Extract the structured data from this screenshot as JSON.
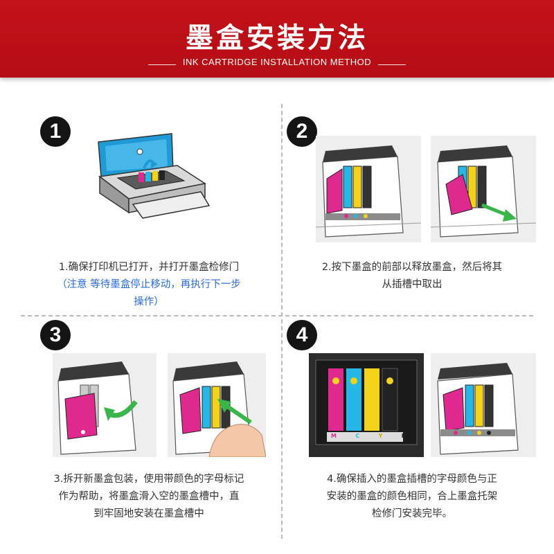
{
  "banner": {
    "title": "墨盒安装方法",
    "subtitle": "INK CARTRIDGE INSTALLATION METHOD"
  },
  "steps": [
    {
      "number": "1",
      "lines": [
        "1.确保打印机已打开，并打开墨盒检修门"
      ],
      "note_lines": [
        "（注意 等待墨盒停止移动，再执行下一步",
        "操作）"
      ]
    },
    {
      "number": "2",
      "lines": [
        "2.按下墨盒的前部以释放墨盒，然后将其",
        "从插槽中取出"
      ]
    },
    {
      "number": "3",
      "lines": [
        "3.拆开新墨盒包装，使用带颜色的字母标记",
        "作为帮助，将墨盒滑入空的墨盒槽中，直",
        "到牢固地安装在墨盒槽中"
      ]
    },
    {
      "number": "4",
      "lines": [
        "4.确保插入的墨盒插槽的字母颜色与正",
        "安装的墨盒的颜色相同，合上墨盒托架",
        "检修门安装完毕。"
      ],
      "slot_letters": [
        "M",
        "C",
        "Y",
        "K"
      ]
    }
  ],
  "colors": {
    "banner_red": "#c3121a",
    "note_blue": "#2a6bd6",
    "magenta": "#e0298f",
    "cyan": "#27b7e6",
    "yellow": "#f2d21a",
    "black": "#222222"
  }
}
